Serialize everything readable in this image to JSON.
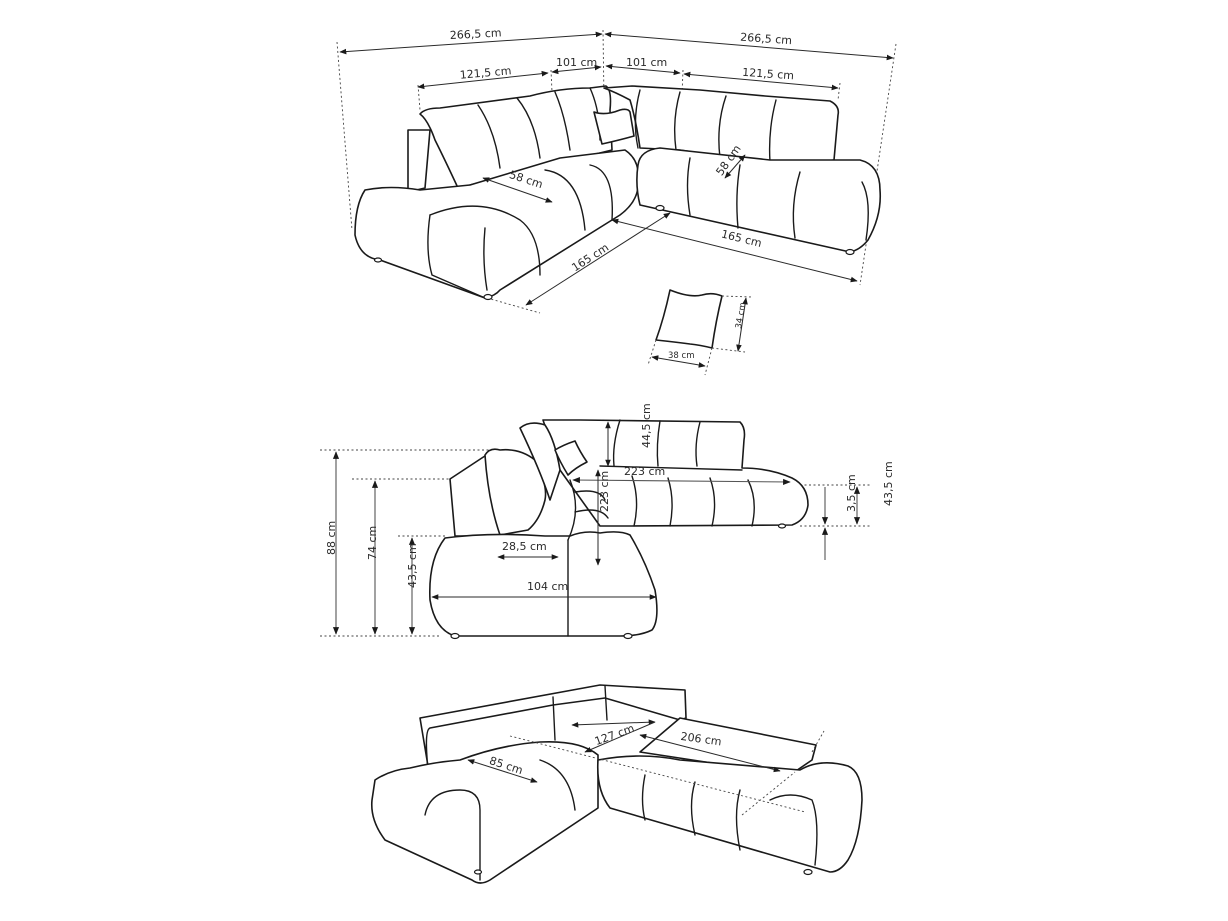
{
  "diagram": {
    "subject": "modular corner sofa dimension drawing",
    "views": [
      {
        "id": "top-perspective",
        "dimensions": {
          "total_width_left": "266,5 cm",
          "total_width_right": "266,5 cm",
          "back_left_section": "121,5 cm",
          "back_left_corner": "101 cm",
          "back_right_corner": "101 cm",
          "back_right_section": "121,5 cm",
          "seat_depth_left": "58 cm",
          "seat_depth_right": "58 cm",
          "seat_length_left": "165 cm",
          "seat_length_right": "165 cm"
        }
      },
      {
        "id": "cushion-detail",
        "dimensions": {
          "cushion_width": "38 cm",
          "cushion_height": "34 cm"
        }
      },
      {
        "id": "side-elevation",
        "dimensions": {
          "total_height": "88 cm",
          "armrest_height": "74 cm",
          "seat_height": "43,5 cm",
          "backrest_height": "44,5 cm",
          "corner_depth": "223 cm",
          "corner_length": "223 cm",
          "backrest_depth": "28,5 cm",
          "chaise_depth": "104 cm",
          "leg_height": "3,5 cm",
          "seat_height_right": "43,5 cm"
        }
      },
      {
        "id": "sleeping-function",
        "dimensions": {
          "bed_depth_left": "85 cm",
          "bed_depth_corner": "127 cm",
          "bed_length": "206 cm"
        }
      }
    ]
  }
}
